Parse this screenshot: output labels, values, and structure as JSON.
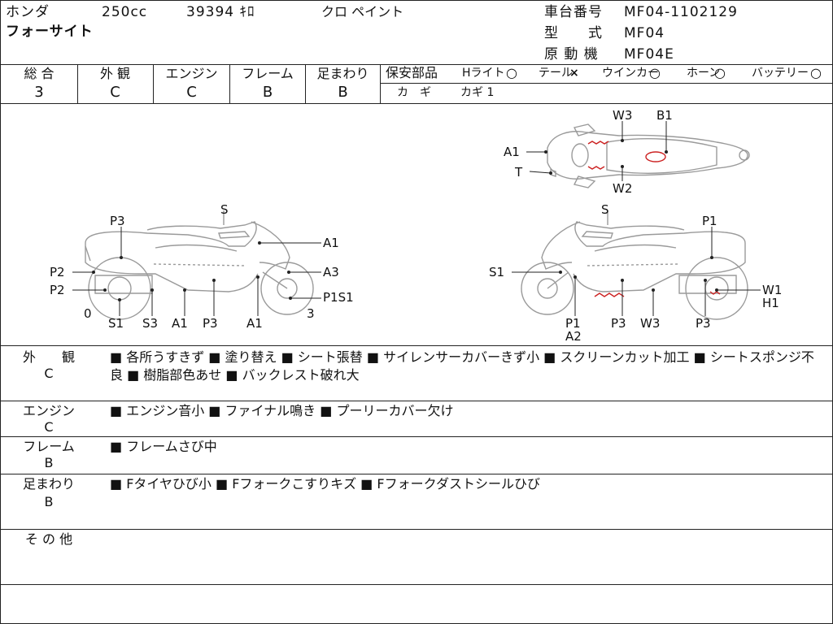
{
  "header": {
    "maker": "ホンダ",
    "displacement": "250cc",
    "mileage": "39394 ｷﾛ",
    "paint": "クロ ペイント",
    "model_name": "フォーサイト",
    "vin_label": "車台番号",
    "vin_value": "MF04-1102129",
    "type_label": "型　　式",
    "type_value": "MF04",
    "engine_label": "原 動 機",
    "engine_value": "MF04E"
  },
  "grades": [
    {
      "label": "総 合",
      "value": "3"
    },
    {
      "label": "外 観",
      "value": "C"
    },
    {
      "label": "エンジン",
      "value": "C"
    },
    {
      "label": "フレーム",
      "value": "B"
    },
    {
      "label": "足まわり",
      "value": "B"
    }
  ],
  "safety_parts": {
    "title": "保安部品",
    "headlight": "Hライト",
    "headlight_status": "○",
    "tail": "テール",
    "tail_status": "×",
    "winker": "ウインカー",
    "winker_status": "○",
    "horn": "ホーン",
    "horn_status": "○",
    "battery": "バッテリー",
    "battery_status": "○",
    "key_label": "カ　ギ",
    "key_value": "カギ 1"
  },
  "diagram": {
    "top_labels": {
      "w3": "W3",
      "b1": "B1",
      "a1": "A1",
      "t": "T",
      "w2": "W2"
    },
    "left_labels": {
      "s": "S",
      "p3": "P3",
      "a1": "A1",
      "p2a": "P2",
      "a3": "A3",
      "p2b": "P2",
      "p1s1": "P1S1",
      "zero": "0",
      "three": "3",
      "s1": "S1",
      "s3": "S3",
      "a1b": "A1",
      "p3b": "P3",
      "a1c": "A1"
    },
    "right_labels": {
      "s": "S",
      "p1": "P1",
      "s1": "S1",
      "w1": "W1",
      "h1": "H1",
      "p1b": "P1",
      "a2": "A2",
      "p3": "P3",
      "w3": "W3",
      "p3b": "P3"
    }
  },
  "sections": {
    "exterior": {
      "label": "外　　観",
      "grade": "C",
      "text": "■ 各所うすきず ■ 塗り替え ■ シート張替 ■ サイレンサーカバーきず小 ■ スクリーンカット加工 ■ シートスポンジ不良 ■ 樹脂部色あせ ■ バックレスト破れ大"
    },
    "engine": {
      "label": "エンジン",
      "grade": "C",
      "text": "■ エンジン音小 ■ ファイナル鳴き ■ プーリーカバー欠け"
    },
    "frame": {
      "label": "フレーム",
      "grade": "B",
      "text": "■ フレームさび中"
    },
    "suspension": {
      "label": "足まわり",
      "grade": "B",
      "text": "■ Fタイヤひび小 ■ Fフォークこすりキズ ■ Fフォークダストシールひび"
    },
    "other": {
      "label": "そ の 他",
      "text": ""
    }
  }
}
